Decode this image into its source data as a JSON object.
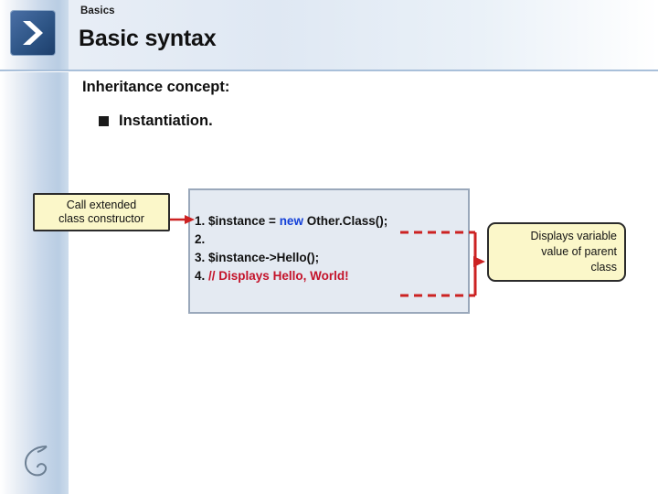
{
  "slide": {
    "kicker": "Basics",
    "title": "Basic syntax",
    "lead": "Inheritance concept:",
    "bullet": "Instantiation.",
    "logo_icon": "chevron-right-logo-icon",
    "swirl_icon": "swirl-mark-icon"
  },
  "code": {
    "lines": [
      {
        "num": "1.",
        "before": " $instance = ",
        "keyword": "new",
        "after": " Other.Class();",
        "comment": ""
      },
      {
        "num": "2.",
        "before": "",
        "keyword": "",
        "after": "",
        "comment": ""
      },
      {
        "num": "3.",
        "before": " $instance->Hello();",
        "keyword": "",
        "after": "",
        "comment": ""
      },
      {
        "num": "4.",
        "before": " ",
        "keyword": "",
        "after": "",
        "comment": "// Displays Hello, World!"
      }
    ],
    "plain_text": "1. $instance = new Other.Class();\n2.\n3. $instance->Hello();\n4. // Displays Hello, World!"
  },
  "callouts": {
    "left": {
      "line1": "Call extended",
      "line2": "class constructor"
    },
    "right": {
      "line1": "Displays  variable",
      "line2": "value of parent",
      "line3": "class"
    }
  },
  "colors": {
    "keyword": "#1340d8",
    "comment": "#c4132a",
    "callout_fill": "#fbf7c9",
    "callout_border": "#2b2b2b",
    "code_fill": "#e4eaf2",
    "code_border": "#9aa8bb",
    "arrow_red": "#cc2222",
    "header_rule": "#a9c0da"
  }
}
